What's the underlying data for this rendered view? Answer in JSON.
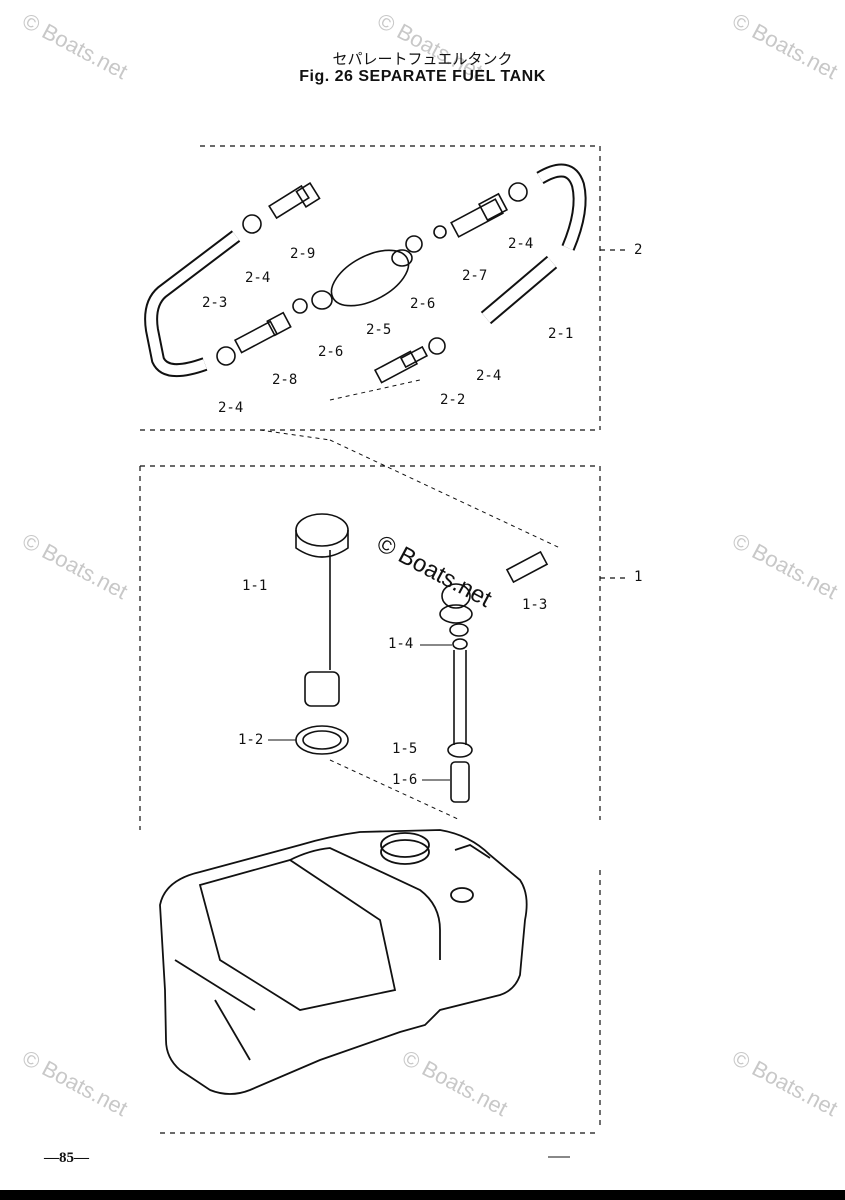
{
  "header": {
    "title_jp": "セパレートフュエルタンク",
    "title_en": "Fig. 26   SEPARATE FUEL TANK"
  },
  "watermark": {
    "text": "© Boats.net"
  },
  "labels": {
    "l_2_9": "2-9",
    "l_2_4_a": "2-4",
    "l_2_3": "2-3",
    "l_2_5": "2-5",
    "l_2_6_a": "2-6",
    "l_2_6_b": "2-6",
    "l_2_7": "2-7",
    "l_2_4_b": "2-4",
    "l_2_1": "2-1",
    "l_2_4_c": "2-4",
    "l_2_2": "2-2",
    "l_2_8": "2-8",
    "l_2_4_d": "2-4",
    "l_2": "2",
    "l_1": "1",
    "l_1_1": "1-1",
    "l_1_2": "1-2",
    "l_1_3": "1-3",
    "l_1_4": "1-4",
    "l_1_5": "1-5",
    "l_1_6": "1-6"
  },
  "footer": {
    "page_number": "—85—"
  }
}
